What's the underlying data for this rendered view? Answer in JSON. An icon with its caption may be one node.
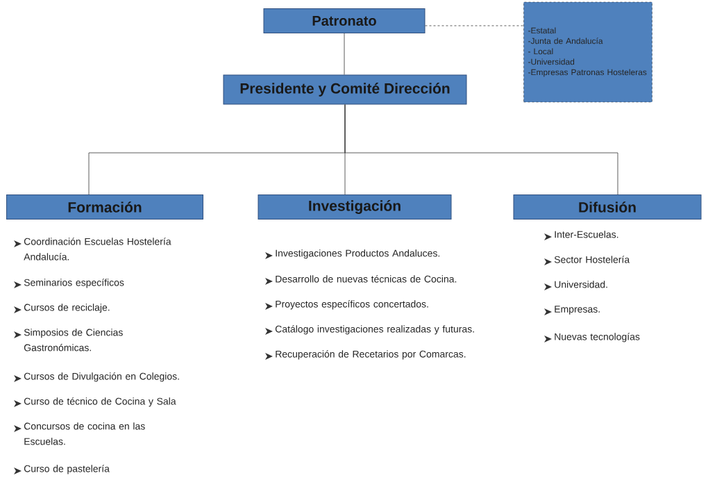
{
  "diagram": {
    "nodes": [
      {
        "text": [
          "Patronato"
        ]
      },
      {
        "text": [
          "-Estatal",
          "-Junta de Andalucía",
          "- Local",
          "-Universidad",
          "-Empresas Patronas Hosteleras"
        ]
      },
      {
        "text": [
          "Presidente y Comité Dirección"
        ]
      },
      {
        "text": [
          "Formación"
        ],
        "beside": [
          "Coordinación Escuelas Hostelería Andalucía.",
          "Seminarios específicos",
          "Cursos de reciclaje.",
          "Simposios de Ciencias Gastronómicas.",
          "Cursos de Divulgación en Colegios.",
          "Curso de técnico de Cocina y Sala",
          "Concursos de cocina en las Escuelas.",
          "Curso de pastelería"
        ]
      },
      {
        "text": [
          "Investigación"
        ],
        "beside": [
          "Investigaciones Productos Andaluces.",
          "Desarrollo de nuevas técnicas de Cocina.",
          "Proyectos específicos concertados.",
          "Catálogo investigaciones realizadas y futuras.",
          "Recuperación de Recetarios por Comarcas."
        ]
      },
      {
        "text": [
          "Difusión"
        ],
        "beside": [
          "Inter-Escuelas.",
          "Sector Hostelería",
          "Universidad.",
          "Empresas.",
          "Nuevas tecnologías"
        ]
      }
    ],
    "edges": [
      {
        "from": 0,
        "to": 2,
        "arrow": "none"
      },
      {
        "from": 0,
        "to": 1,
        "arrow": "none",
        "style": "dashed"
      },
      {
        "from": 2,
        "to": 3,
        "arrow": "none"
      },
      {
        "from": 2,
        "to": 4,
        "arrow": "none"
      },
      {
        "from": 2,
        "to": 5,
        "arrow": "none"
      }
    ]
  }
}
